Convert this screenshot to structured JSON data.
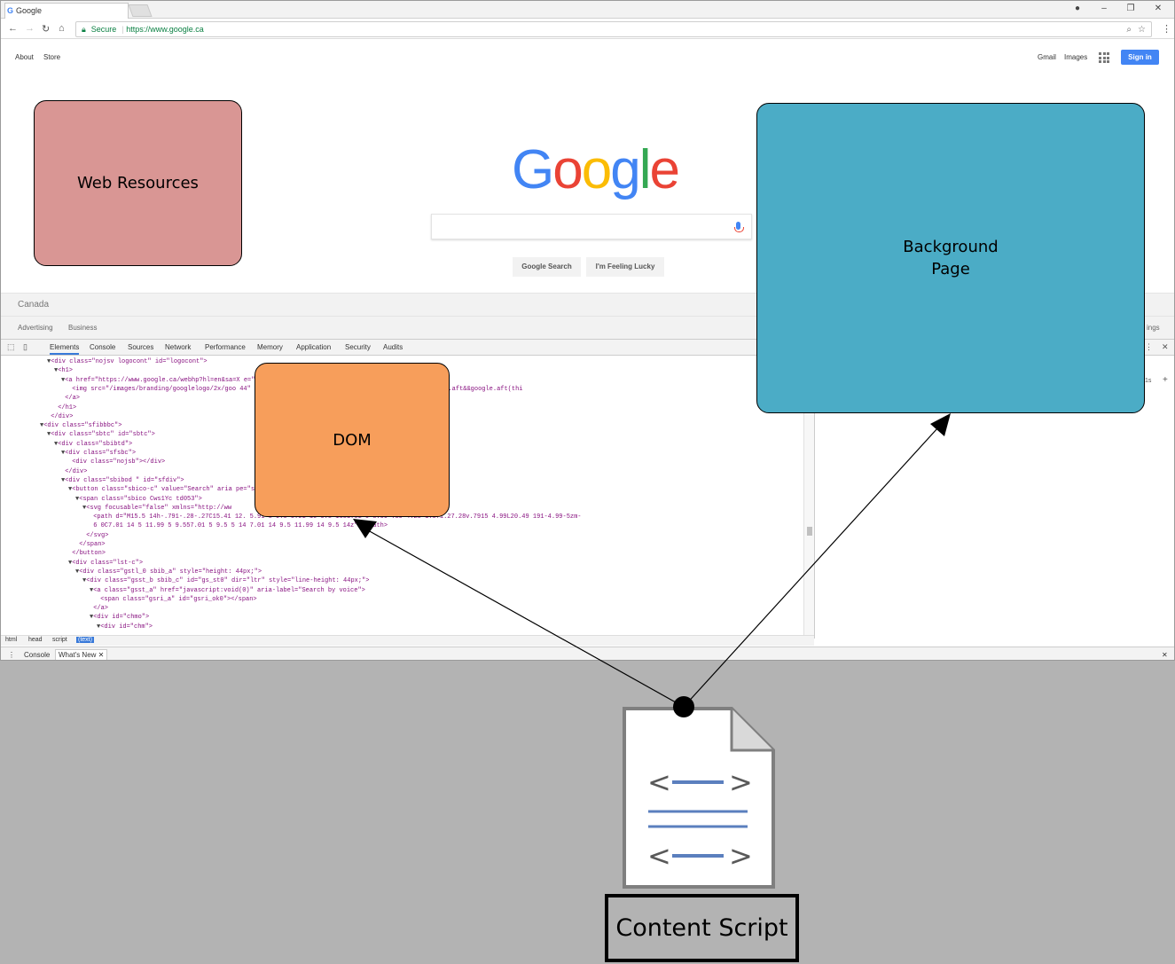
{
  "browser": {
    "tab_title": "Google",
    "secure_label": "Secure",
    "url": "https://www.google.ca"
  },
  "google": {
    "top_left_links": [
      "About",
      "Store"
    ],
    "top_right_links": [
      "Gmail",
      "Images"
    ],
    "sign_in": "Sign in",
    "logo_letters": [
      "G",
      "o",
      "o",
      "g",
      "l",
      "e"
    ],
    "logo_colors": [
      "#4285f4",
      "#ea4335",
      "#fbbc05",
      "#4285f4",
      "#34a853",
      "#ea4335"
    ],
    "search_button": "Google Search",
    "lucky_button": "I'm Feeling Lucky",
    "country": "Canada",
    "footer_links": [
      "Advertising",
      "Business"
    ],
    "footer_right": "ings"
  },
  "devtools": {
    "tabs": [
      "Elements",
      "Console",
      "Sources",
      "Network",
      "Performance",
      "Memory",
      "Application",
      "Security",
      "Audits"
    ],
    "active_tab": "Elements",
    "code_lines": [
      {
        "indent": 6,
        "tri": "▼",
        "text": "<div class=\"nojsv logocont\" id=\"logocont\">"
      },
      {
        "indent": 7,
        "tri": "▼",
        "text": "<h1>"
      },
      {
        "indent": 8,
        "tri": "▼",
        "text": "<a href=\"https://www.google.ca/webhp?hl=en&sa=X                                          e=\"Go to Google Home\" id=\"logo\" data-hveid=\"5\">"
      },
      {
        "indent": 9,
        "tri": "",
        "text": "<img src=\"/images/branding/googlelogo/2x/goo                                           44\" width=\"120\" onload=\"typeof google==='object'&&google.aft&&google.aft(thi"
      },
      {
        "indent": 8,
        "tri": "",
        "text": "</a>"
      },
      {
        "indent": 7,
        "tri": "",
        "text": "</h1>"
      },
      {
        "indent": 6,
        "tri": "",
        "text": "</div>"
      },
      {
        "indent": 5,
        "tri": "▼",
        "text": "<div class=\"sfibbbc\">"
      },
      {
        "indent": 6,
        "tri": "▼",
        "text": "<div class=\"sbtc\" id=\"sbtc\">"
      },
      {
        "indent": 7,
        "tri": "▼",
        "text": "<div class=\"sbibtd\">"
      },
      {
        "indent": 8,
        "tri": "▼",
        "text": "<div class=\"sfsbc\">"
      },
      {
        "indent": 9,
        "tri": "",
        "text": "<div class=\"nojsb\"></div>"
      },
      {
        "indent": 8,
        "tri": "",
        "text": "</div>"
      },
      {
        "indent": 8,
        "tri": "▼",
        "text": "<div class=\"sbibod \" id=\"sfdiv\">"
      },
      {
        "indent": 9,
        "tri": "▼",
        "text": "<button class=\"sbico-c\" value=\"Search\" aria                                         pe=\"submit\">"
      },
      {
        "indent": 10,
        "tri": "▼",
        "text": "<span class=\"sbico Cws1Yc td053\">"
      },
      {
        "indent": 11,
        "tri": "▼",
        "text": "<svg focusable=\"false\" xmlns=\"http://ww"
      },
      {
        "indent": 12,
        "tri": "",
        "text": "<path d=\"M15.5 14h-.791-.28-.27C15.41 12.                                  5.91 3 9.5 5.91 16 9.5 16c1.61 0 3.09-.59 4.23-1.571.27.28v.7915 4.99L20.49 191-4.99-5zm-"
      },
      {
        "indent": 12,
        "tri": "",
        "text": "6 0C7.01 14 5 11.99 5 9.557.01 5 9.5 5 14 7.01 14 9.5 11.99 14 9.5 14z\"></path>"
      },
      {
        "indent": 11,
        "tri": "",
        "text": "</svg>"
      },
      {
        "indent": 10,
        "tri": "",
        "text": "</span>"
      },
      {
        "indent": 9,
        "tri": "",
        "text": "</button>"
      },
      {
        "indent": 9,
        "tri": "▼",
        "text": "<div class=\"lst-c\">"
      },
      {
        "indent": 10,
        "tri": "▼",
        "text": "<div class=\"gstl_0 sbib_a\" style=\"height: 44px;\">"
      },
      {
        "indent": 11,
        "tri": "▼",
        "text": "<div class=\"gsst_b sbib_c\" id=\"gs_st0\" dir=\"ltr\" style=\"line-height: 44px;\">"
      },
      {
        "indent": 12,
        "tri": "▼",
        "text": "<a class=\"gsst_a\" href=\"javascript:void(0)\" aria-label=\"Search by voice\">"
      },
      {
        "indent": 13,
        "tri": "",
        "text": "<span class=\"gsri_a\" id=\"gsri_ok0\"></span>"
      },
      {
        "indent": 12,
        "tri": "",
        "text": "</a>"
      },
      {
        "indent": 12,
        "tri": "▼",
        "text": "<div id=\"chmo\">"
      },
      {
        "indent": 13,
        "tri": "▼",
        "text": "<div id=\"chm\">"
      }
    ],
    "breadcrumbs": [
      "html",
      "head",
      "script",
      "(text)"
    ],
    "drawer_tabs": [
      "Console",
      "What's New"
    ]
  },
  "diagram": {
    "web_resources": "Web Resources",
    "dom": "DOM",
    "background_page": [
      "Background",
      "Page"
    ],
    "content_script": "Content Script"
  }
}
